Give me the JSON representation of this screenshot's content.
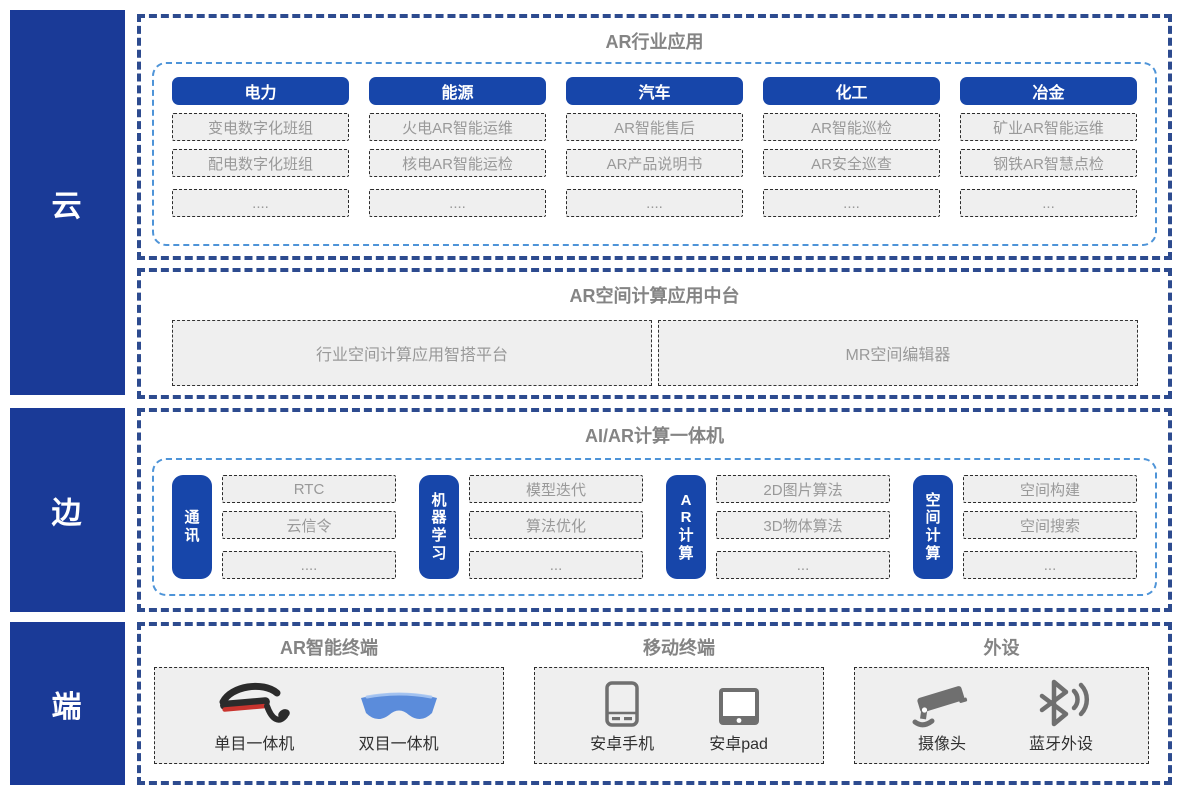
{
  "layers": {
    "cloud": "云",
    "edge": "边",
    "device": "端"
  },
  "cloud_apps": {
    "title": "AR行业应用",
    "columns": [
      {
        "header": "电力",
        "items": [
          "变电数字化班组",
          "配电数字化班组",
          "...."
        ]
      },
      {
        "header": "能源",
        "items": [
          "火电AR智能运维",
          "核电AR智能运检",
          "...."
        ]
      },
      {
        "header": "汽车",
        "items": [
          "AR智能售后",
          "AR产品说明书",
          "...."
        ]
      },
      {
        "header": "化工",
        "items": [
          "AR智能巡检",
          "AR安全巡查",
          "...."
        ]
      },
      {
        "header": "冶金",
        "items": [
          "矿业AR智能运维",
          "钢铁AR智慧点检",
          "..."
        ]
      }
    ]
  },
  "cloud_platform": {
    "title": "AR空间计算应用中台",
    "boxes": [
      "行业空间计算应用智搭平台",
      "MR空间编辑器"
    ]
  },
  "edge": {
    "title": "AI/AR计算一体机",
    "groups": [
      {
        "header": "通讯",
        "items": [
          "RTC",
          "云信令",
          "...."
        ]
      },
      {
        "header": "机器学习",
        "items": [
          "模型迭代",
          "算法优化",
          "..."
        ]
      },
      {
        "header": "AR计算",
        "items": [
          "2D图片算法",
          "3D物体算法",
          "..."
        ]
      },
      {
        "header": "空间计算",
        "items": [
          "空间构建",
          "空间搜索",
          "..."
        ]
      }
    ]
  },
  "device": {
    "groups": [
      {
        "title": "AR智能终端",
        "items": [
          {
            "icon": "monocular-headset-icon",
            "label": "单目一体机"
          },
          {
            "icon": "binocular-glasses-icon",
            "label": "双目一体机"
          }
        ]
      },
      {
        "title": "移动终端",
        "items": [
          {
            "icon": "android-phone-icon",
            "label": "安卓手机"
          },
          {
            "icon": "android-pad-icon",
            "label": "安卓pad"
          }
        ]
      },
      {
        "title": "外设",
        "items": [
          {
            "icon": "cctv-camera-icon",
            "label": "摄像头"
          },
          {
            "icon": "bluetooth-icon",
            "label": "蓝牙外设"
          }
        ]
      }
    ]
  },
  "colors": {
    "navy": "#2d4b8f",
    "bar-blue": "#1a3a97",
    "pill-blue": "#1746aa",
    "sky": "#4e94d8",
    "box-bg": "#efefef",
    "box-border": "#2c2c2c",
    "text-gray": "#999999",
    "title-gray": "#848484",
    "label-dark": "#2f2f2f",
    "device-gray": "#6f6f6f",
    "glasses-blue": "#5b8cdb",
    "red-accent": "#c9342e"
  }
}
